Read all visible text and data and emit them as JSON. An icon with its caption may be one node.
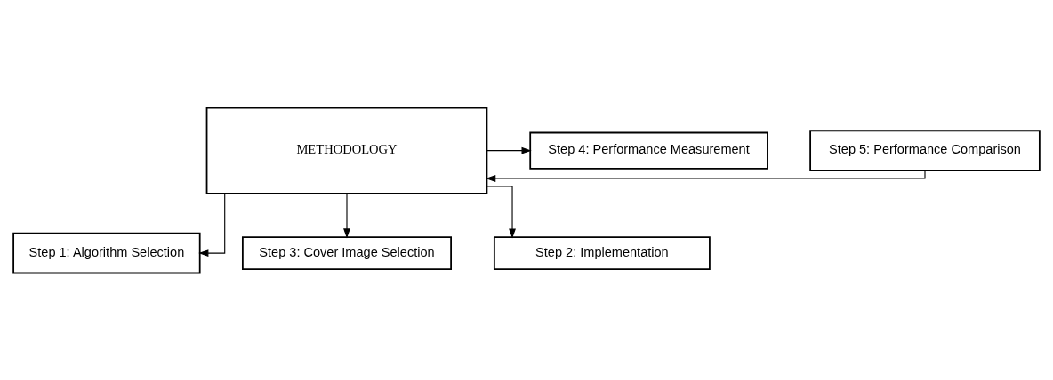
{
  "diagram": {
    "nodes": [
      {
        "text": [
          "Step 1: Algorithm Selection"
        ]
      },
      {
        "text": [
          "Step 3: Cover Image Selection"
        ]
      },
      {
        "text": [
          "Step 4: Performance Measurement"
        ]
      },
      {
        "text": [
          "METHODOLOGY"
        ]
      },
      {
        "text": [
          "Step 5: Performance Comparison"
        ]
      },
      {
        "text": [
          "Step 2: Implementation"
        ]
      }
    ],
    "edges": [
      {
        "from": 3,
        "to": 0,
        "arrow": "to"
      },
      {
        "from": 3,
        "to": 1,
        "arrow": "to"
      },
      {
        "from": 3,
        "to": 2,
        "arrow": "to"
      },
      {
        "from": 4,
        "to": 3,
        "arrow": "to"
      },
      {
        "from": 3,
        "to": 5,
        "arrow": "to"
      }
    ]
  }
}
